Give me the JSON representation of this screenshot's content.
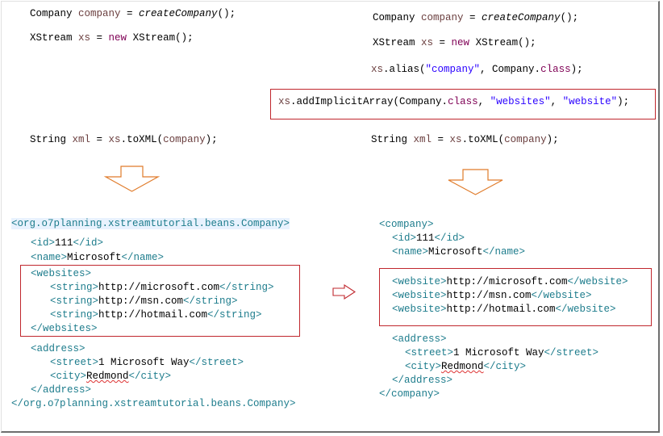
{
  "left": {
    "code": {
      "line1": {
        "t1": "Company ",
        "t2": "company",
        "t3": " = ",
        "t4": "createCompany",
        "t5": "();"
      },
      "line2": {
        "t1": "XStream ",
        "t2": "xs",
        "t3": " = ",
        "t4": "new",
        "t5": " XStream();"
      },
      "line3": {
        "t1": "String ",
        "t2": "xml",
        "t3": " = ",
        "t4": "xs",
        "t5": ".toXML(",
        "t6": "company",
        "t7": ");"
      }
    },
    "xml": {
      "root_open": "<org.o7planning.xstreamtutorial.beans.Company>",
      "id_open": "<id>",
      "id_val": "111",
      "id_close": "</id>",
      "name_open": "<name>",
      "name_val": "Microsoft",
      "name_close": "</name>",
      "websites_open": "<websites>",
      "string_open": "<string>",
      "string_close": "</string>",
      "site1": "http://microsoft.com",
      "site2": "http://msn.com",
      "site3": "http://hotmail.com",
      "websites_close": "</websites>",
      "address_open": "<address>",
      "street_open": "<street>",
      "street_val": "1 Microsoft Way",
      "street_close": "</street>",
      "city_open": "<city>",
      "city_val": "Redmond",
      "city_close": "</city>",
      "address_close": "</address>",
      "root_close": "</org.o7planning.xstreamtutorial.beans.Company>"
    }
  },
  "right": {
    "code": {
      "line1": {
        "t1": "Company ",
        "t2": "company",
        "t3": " = ",
        "t4": "createCompany",
        "t5": "();"
      },
      "line2": {
        "t1": "XStream ",
        "t2": "xs",
        "t3": " = ",
        "t4": "new",
        "t5": " XStream();"
      },
      "line3": {
        "t1": "xs",
        "t2": ".alias(",
        "t3": "\"company\"",
        "t4": ", Company.",
        "t5": "class",
        "t6": ");"
      },
      "line4": {
        "t1": "xs",
        "t2": ".addImplicitArray(Company.",
        "t3": "class",
        "t4": ", ",
        "t5": "\"websites\"",
        "t6": ", ",
        "t7": "\"website\"",
        "t8": ");"
      },
      "line5": {
        "t1": "String ",
        "t2": "xml",
        "t3": " = ",
        "t4": "xs",
        "t5": ".toXML(",
        "t6": "company",
        "t7": ");"
      }
    },
    "xml": {
      "root_open": "<company>",
      "id_open": "<id>",
      "id_val": "111",
      "id_close": "</id>",
      "name_open": "<name>",
      "name_val": "Microsoft",
      "name_close": "</name>",
      "website_open": "<website>",
      "website_close": "</website>",
      "site1": "http://microsoft.com",
      "site2": "http://msn.com",
      "site3": "http://hotmail.com",
      "address_open": "<address>",
      "street_open": "<street>",
      "street_val": "1 Microsoft Way",
      "street_close": "</street>",
      "city_open": "<city>",
      "city_val": "Redmond",
      "city_close": "</city>",
      "address_close": "</address>",
      "root_close": "</company>"
    }
  },
  "colors": {
    "highlight_box": "#c0272d",
    "down_arrow": "#e07b2a",
    "right_arrow": "#c0272d",
    "xml_tag": "#1d7c8c",
    "java_keyword": "#7f0055",
    "java_string": "#2a00ff"
  },
  "icons": {
    "left_arrow": "down-arrow-icon",
    "right_arrow_shape": "down-arrow-icon",
    "middle_arrow": "right-arrow-icon"
  }
}
